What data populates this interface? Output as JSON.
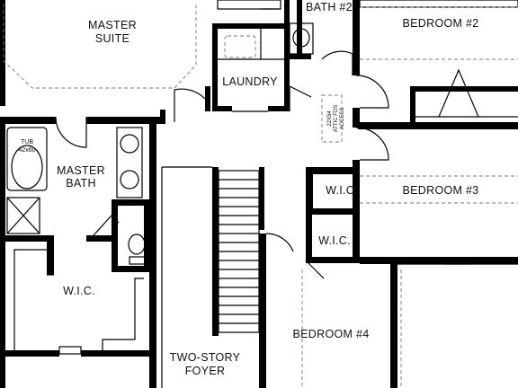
{
  "rooms": {
    "master_suite": [
      "MASTER",
      "SUITE"
    ],
    "bath2": "BATH #2",
    "bedroom2": "BEDROOM #2",
    "laundry": "LAUNDRY",
    "attic": [
      "22X54",
      "ATTIC FDS",
      "ACCESS"
    ],
    "tub": [
      "TUB",
      "42x60"
    ],
    "master_bath": [
      "MASTER",
      "BATH"
    ],
    "wic_top": "W.I.C.",
    "bedroom3": "BEDROOM #3",
    "wic_mid": "W.I.C.",
    "wic_left": "W.I.C.",
    "bedroom4": "BEDROOM #4",
    "foyer": [
      "TWO-STORY",
      "FOYER"
    ]
  }
}
